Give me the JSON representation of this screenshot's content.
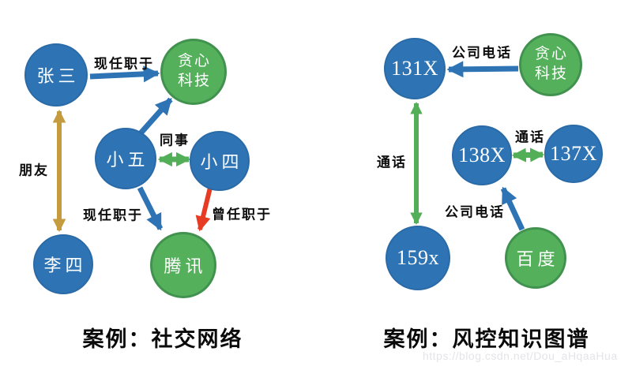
{
  "figure": {
    "left": {
      "caption": "案例：社交网络",
      "nodes": [
        {
          "id": "zhangsan",
          "label": "张三",
          "color": "blue"
        },
        {
          "id": "tanxin-keji",
          "label": "贪心\n科技",
          "color": "green"
        },
        {
          "id": "xiaowu",
          "label": "小五",
          "color": "blue"
        },
        {
          "id": "xiaosi",
          "label": "小四",
          "color": "blue"
        },
        {
          "id": "lisi",
          "label": "李四",
          "color": "blue"
        },
        {
          "id": "tengxun",
          "label": "腾讯",
          "color": "green"
        }
      ],
      "edges": [
        {
          "from": "张三",
          "to": "贪心科技",
          "label": "现任职于",
          "color": "blue",
          "direction": "one-way"
        },
        {
          "from": "张三",
          "to": "李四",
          "label": "朋友",
          "color": "gold",
          "direction": "two-way"
        },
        {
          "from": "小五",
          "to": "贪心科技",
          "label": "",
          "color": "blue",
          "direction": "one-way"
        },
        {
          "from": "小五",
          "to": "小四",
          "label": "同事",
          "color": "green",
          "direction": "two-way"
        },
        {
          "from": "小五",
          "to": "腾讯",
          "label": "现任职于",
          "color": "blue",
          "direction": "one-way"
        },
        {
          "from": "小四",
          "to": "腾讯",
          "label": "曾任职于",
          "color": "red",
          "direction": "one-way"
        }
      ]
    },
    "right": {
      "caption": "案例：风控知识图谱",
      "nodes": [
        {
          "id": "phone-131x",
          "label": "131X",
          "color": "blue"
        },
        {
          "id": "tanxin-keji-2",
          "label": "贪心\n科技",
          "color": "green"
        },
        {
          "id": "phone-138x",
          "label": "138X",
          "color": "blue"
        },
        {
          "id": "phone-137x",
          "label": "137X",
          "color": "blue"
        },
        {
          "id": "phone-159x",
          "label": "159x",
          "color": "blue"
        },
        {
          "id": "baidu",
          "label": "百度",
          "color": "green"
        }
      ],
      "edges": [
        {
          "from": "贪心科技",
          "to": "131X",
          "label": "公司电话",
          "color": "blue",
          "direction": "one-way"
        },
        {
          "from": "131X",
          "to": "159x",
          "label": "通话",
          "color": "green",
          "direction": "two-way"
        },
        {
          "from": "138X",
          "to": "137X",
          "label": "通话",
          "color": "green",
          "direction": "two-way"
        },
        {
          "from": "百度",
          "to": "138X",
          "label": "公司电话",
          "color": "blue",
          "direction": "one-way"
        }
      ]
    },
    "watermark": "https://blog.csdn.net/Dou_aHqaaHua",
    "colors": {
      "node_blue": "#2e74b5",
      "node_green": "#55b05c",
      "node_green_border": "#42924f",
      "arrow_blue": "#2e74b5",
      "arrow_green": "#53ae58",
      "arrow_gold": "#c49b3e",
      "arrow_red": "#e83b23",
      "node_text": "#ffffff",
      "label_text": "#0d0d0d"
    }
  }
}
